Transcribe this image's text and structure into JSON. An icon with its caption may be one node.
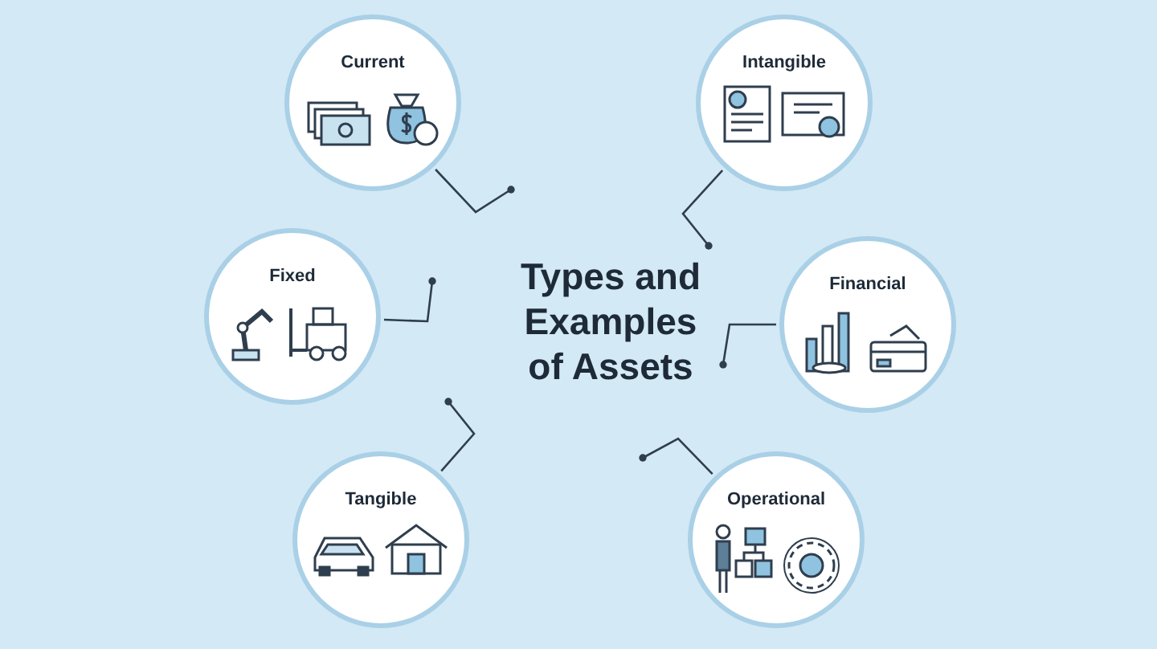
{
  "diagram": {
    "title": "Types and Examples of Assets",
    "nodes": [
      {
        "text": [
          "Current"
        ]
      },
      {
        "text": [
          "Intangible"
        ]
      },
      {
        "text": [
          "Fixed"
        ]
      },
      {
        "text": [
          "Financial"
        ]
      },
      {
        "text": [
          "Tangible"
        ]
      },
      {
        "text": [
          "Operational"
        ]
      }
    ],
    "edges": [
      {
        "from": 0,
        "to": null,
        "arrow": "other"
      },
      {
        "from": 1,
        "to": null,
        "arrow": "other"
      },
      {
        "from": 2,
        "to": null,
        "arrow": "other"
      },
      {
        "from": 3,
        "to": null,
        "arrow": "other"
      },
      {
        "from": 4,
        "to": null,
        "arrow": "other"
      },
      {
        "from": 5,
        "to": null,
        "arrow": "other"
      }
    ]
  }
}
